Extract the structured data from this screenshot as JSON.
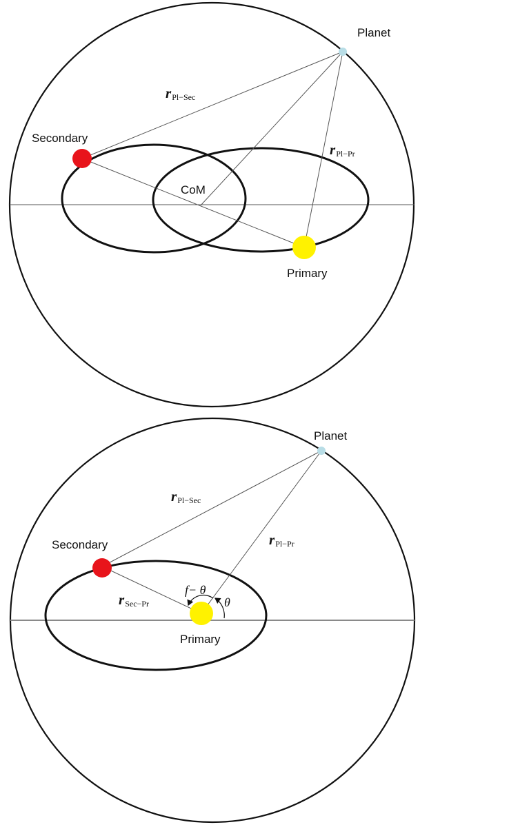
{
  "top_diagram": {
    "labels": {
      "planet": "Planet",
      "secondary": "Secondary",
      "primary": "Primary",
      "com": "CoM"
    },
    "vectors": {
      "pl_sec": {
        "symbol": "r",
        "subscript": "Pl−Sec"
      },
      "pl_pr": {
        "symbol": "r",
        "subscript": "Pl−Pr"
      }
    },
    "colors": {
      "secondary": "#e8141b",
      "primary": "#fff200",
      "planet": "#b8dde6"
    }
  },
  "bottom_diagram": {
    "labels": {
      "planet": "Planet",
      "secondary": "Secondary",
      "primary": "Primary"
    },
    "vectors": {
      "pl_sec": {
        "symbol": "r",
        "subscript": "Pl−Sec"
      },
      "pl_pr": {
        "symbol": "r",
        "subscript": "Pl−Pr"
      },
      "sec_pr": {
        "symbol": "r",
        "subscript": "Sec−Pr"
      }
    },
    "angles": {
      "f_minus_theta": "f− θ",
      "theta": "θ"
    },
    "colors": {
      "secondary": "#e8141b",
      "primary": "#fff200",
      "planet": "#b8dde6"
    }
  }
}
